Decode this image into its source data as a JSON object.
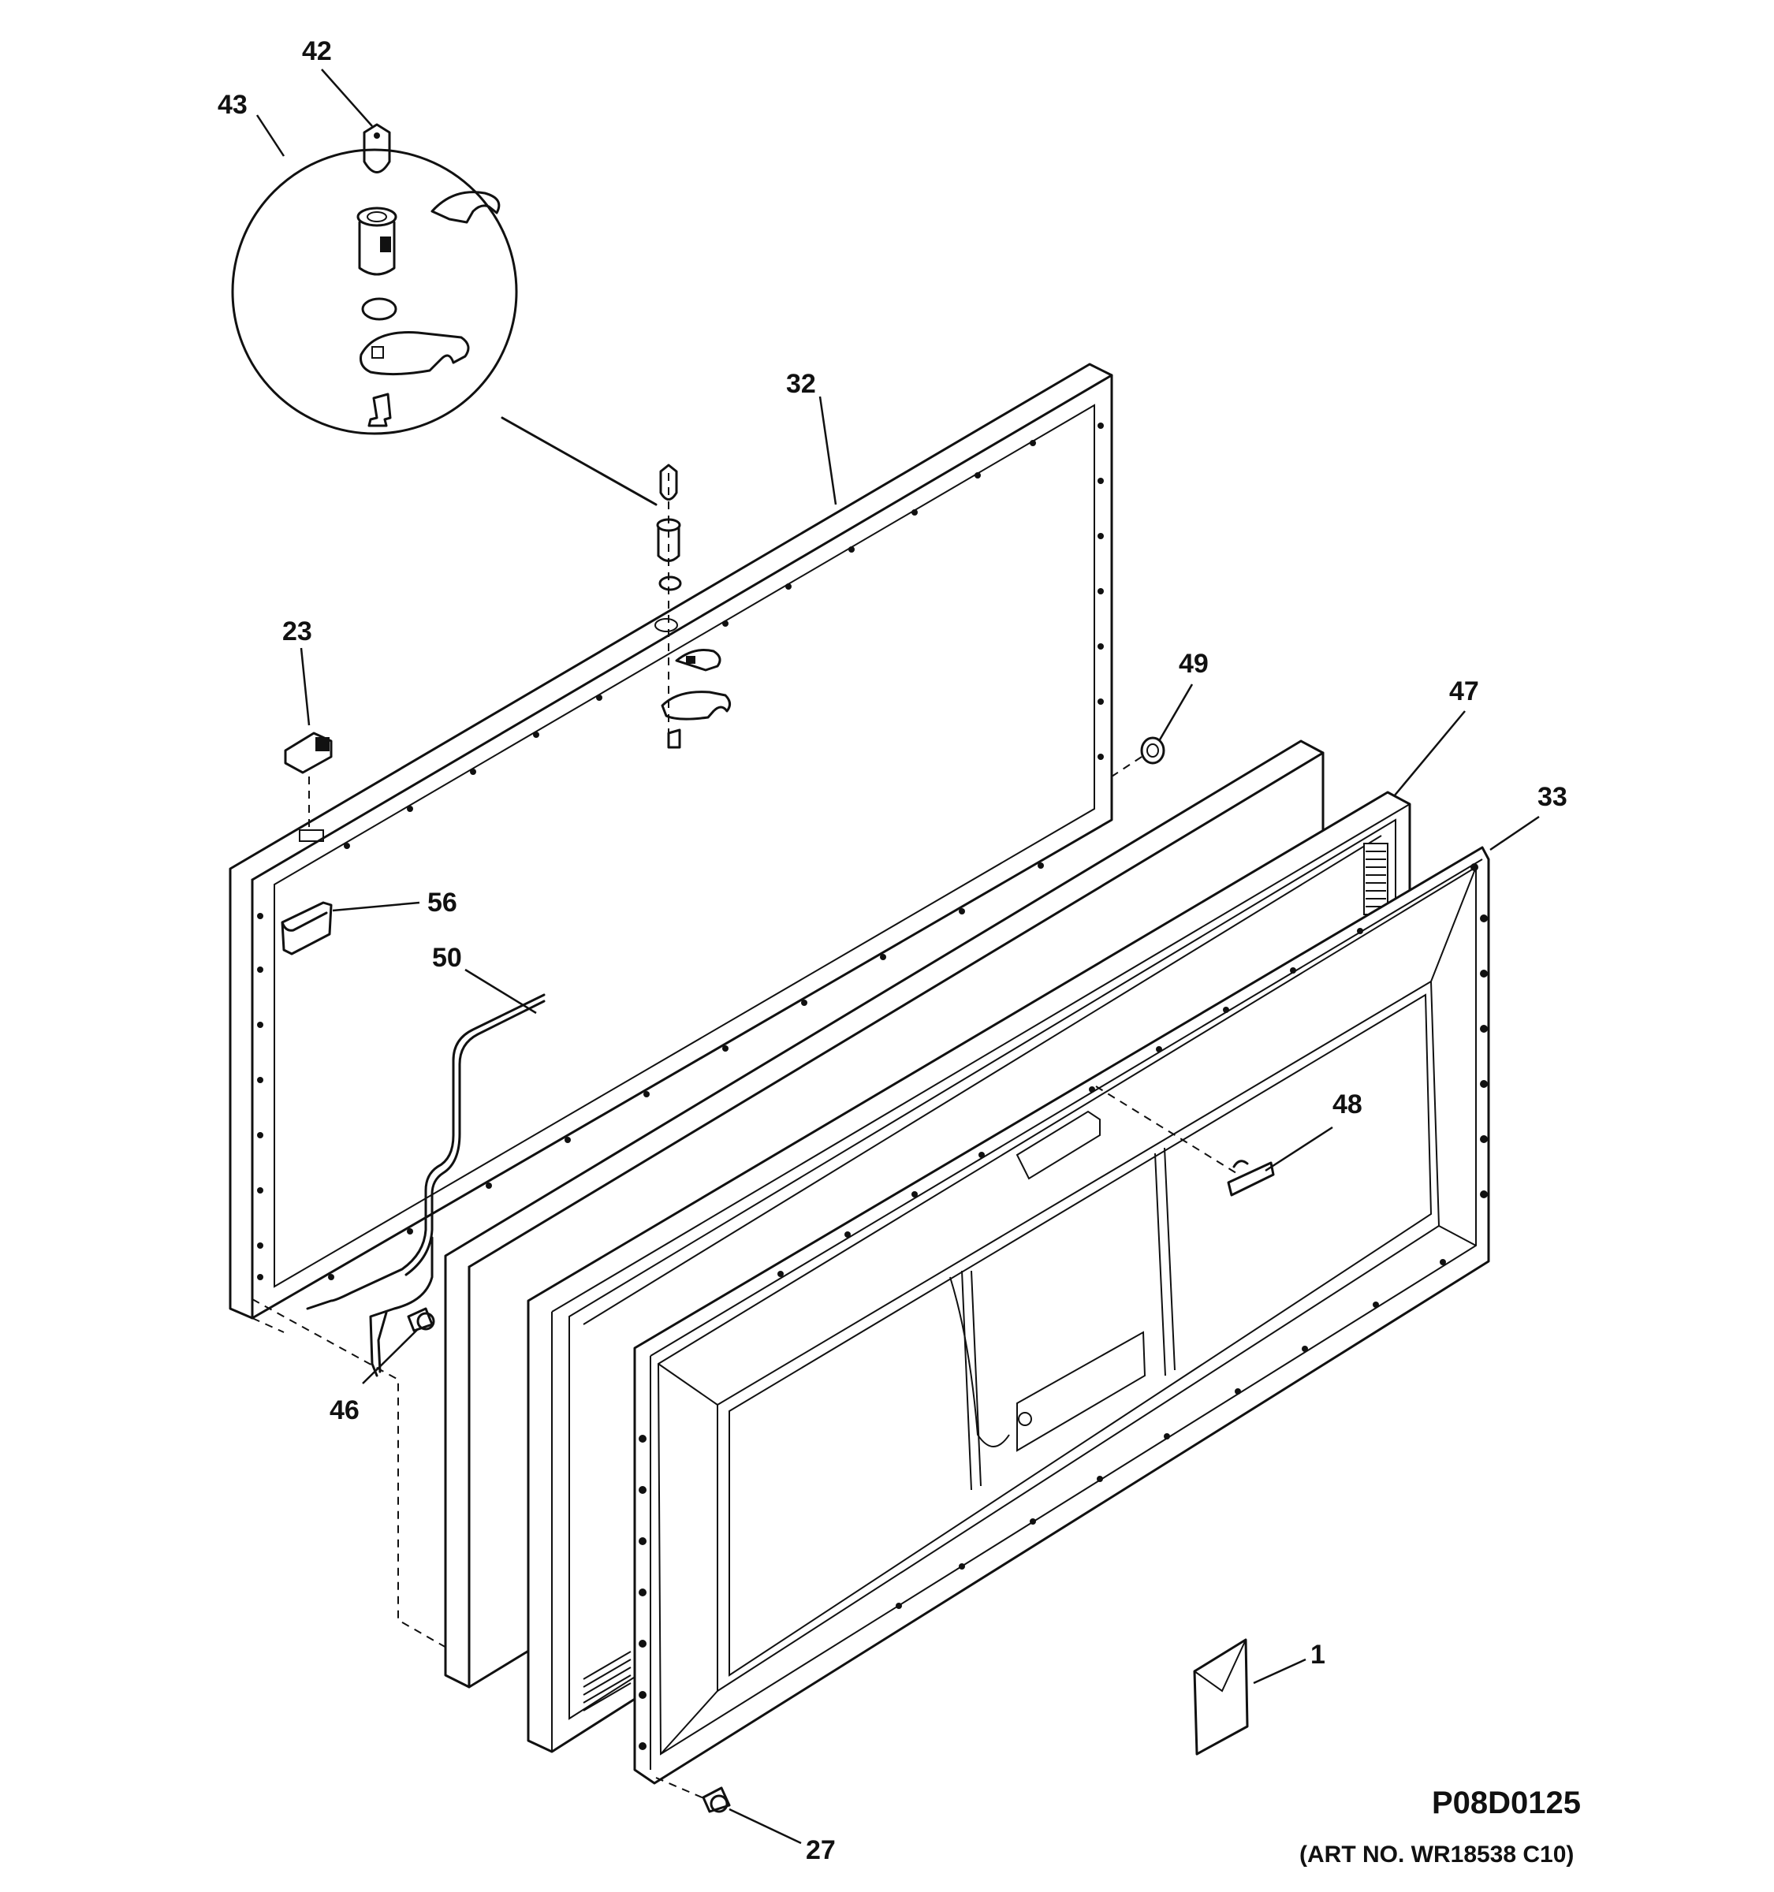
{
  "diagram": {
    "part_number": "P08D0125",
    "art_number": "(ART NO. WR18538 C10)",
    "callouts": {
      "c1": "1",
      "c23": "23",
      "c27": "27",
      "c32": "32",
      "c33": "33",
      "c42": "42",
      "c43": "43",
      "c46": "46",
      "c47": "47",
      "c48": "48",
      "c49": "49",
      "c50": "50",
      "c56": "56"
    }
  }
}
